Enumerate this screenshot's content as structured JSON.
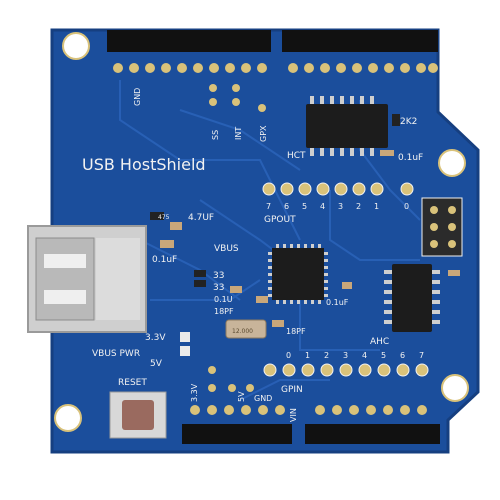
{
  "board": {
    "title": "USB HostShield",
    "colors": {
      "pcb": "#1b4e9c",
      "pcb_edge": "#163f80",
      "trace": "#2a62b8",
      "silkscreen": "#f2f2f2",
      "header_black": "#111111",
      "pad_gold": "#d9c27a",
      "usb_metal": "#cfcfcf",
      "chip": "#1c1c1c",
      "reset_button": "#9a6a5f"
    }
  },
  "labels": {
    "gnd": "GND",
    "ss": "SS",
    "int": "INT",
    "gpx": "GPX",
    "r2k2": "2K2",
    "hct": "HCT",
    "c01uf_top": "0.1uF",
    "r475": "475",
    "c47uf": "4.7UF",
    "c01uf_left": "0.1uF",
    "vbus": "VBUS",
    "r33a": "33",
    "r33b": "33",
    "c01u": "0.1U",
    "c18pf_a": "18PF",
    "c01uf_mid": "0.1uF",
    "c18pf_b": "18PF",
    "xtal": "12.000",
    "v33": "3.3V",
    "vbus_pwr": "VBUS PWR",
    "v5": "5V",
    "ahc": "AHC",
    "reset": "RESET",
    "v33_bottom": "3.3V",
    "v5_bottom": "5V",
    "gnd_bottom": "GND",
    "vin": "VIN",
    "gpout": "GPOUT",
    "gpin": "GPIN",
    "gpout_pins": [
      "7",
      "6",
      "5",
      "4",
      "3",
      "2",
      "1",
      "0"
    ],
    "gpin_pins": [
      "0",
      "1",
      "2",
      "3",
      "4",
      "5",
      "6",
      "7"
    ]
  },
  "icons": [
    "usb-port-icon",
    "reset-button-icon",
    "crystal-icon",
    "ic-chip-icon"
  ]
}
